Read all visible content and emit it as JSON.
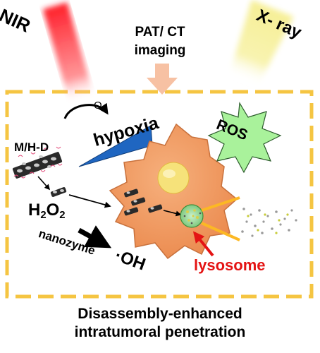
{
  "labels": {
    "nir": "NIR",
    "xray": "X- ray",
    "pat_line1": "PAT/ CT",
    "pat_line2": "imaging",
    "o2_base": "O",
    "o2_sub": "2",
    "hypoxia": "hypoxia",
    "ros": "ROS",
    "mhd": "M/H-D",
    "h2o2_a": "H",
    "h2o2_b": "2",
    "h2o2_c": "O",
    "h2o2_d": "2",
    "nanozyme": "nanozyme",
    "oh": "·OH",
    "lysosome": "lysosome",
    "footer_line1": "Disassembly-enhanced",
    "footer_line2": "intratumoral penetration"
  },
  "colors": {
    "nir_beam": "#ff1e2a",
    "xray_beam": "#f6ef96",
    "box_dash": "#f5c542",
    "cell": "#f09a5e",
    "cell_edge": "#c8713c",
    "nucleus": "#f6e27a",
    "hypoxia_wedge": "#1f66c1",
    "ros_star": "#a9f29b",
    "imaging_arrow": "#f7c1a3",
    "lysosome_text": "#e41414",
    "rod": "#fcb824"
  }
}
